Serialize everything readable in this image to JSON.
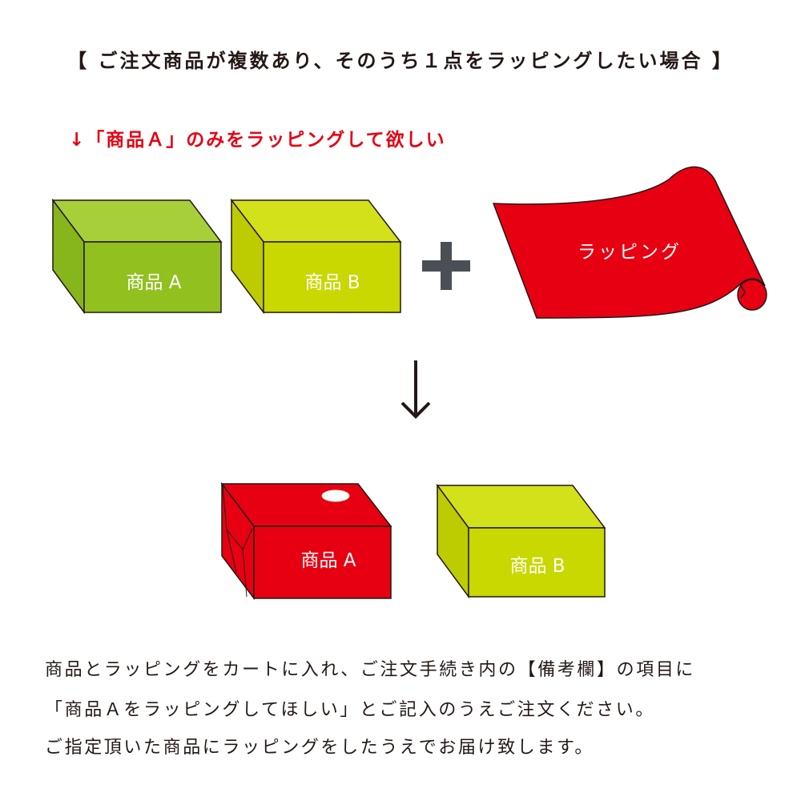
{
  "title": "【 ご注文商品が複数あり、そのうち１点をラッピングしたい場合 】",
  "subtitle": "↓「商品Ａ」のみをラッピングして欲しい",
  "before": {
    "product_a": "商品 A",
    "product_b": "商品 B",
    "wrapping": "ラッピング"
  },
  "after": {
    "product_a": "商品 A",
    "product_b": "商品 B"
  },
  "instructions": [
    "商品とラッピングをカートに入れ、ご注文手続き内の【備考欄】の項目に",
    "「商品Ａをラッピングしてほしい」とご記入のうえご注文ください。",
    "ご指定頂いた商品にラッピングをしたうえでお届け致します。"
  ],
  "colors": {
    "green": "#92c01f",
    "lime": "#c8d800",
    "red": "#e60012",
    "plus": "#4a4f55"
  }
}
